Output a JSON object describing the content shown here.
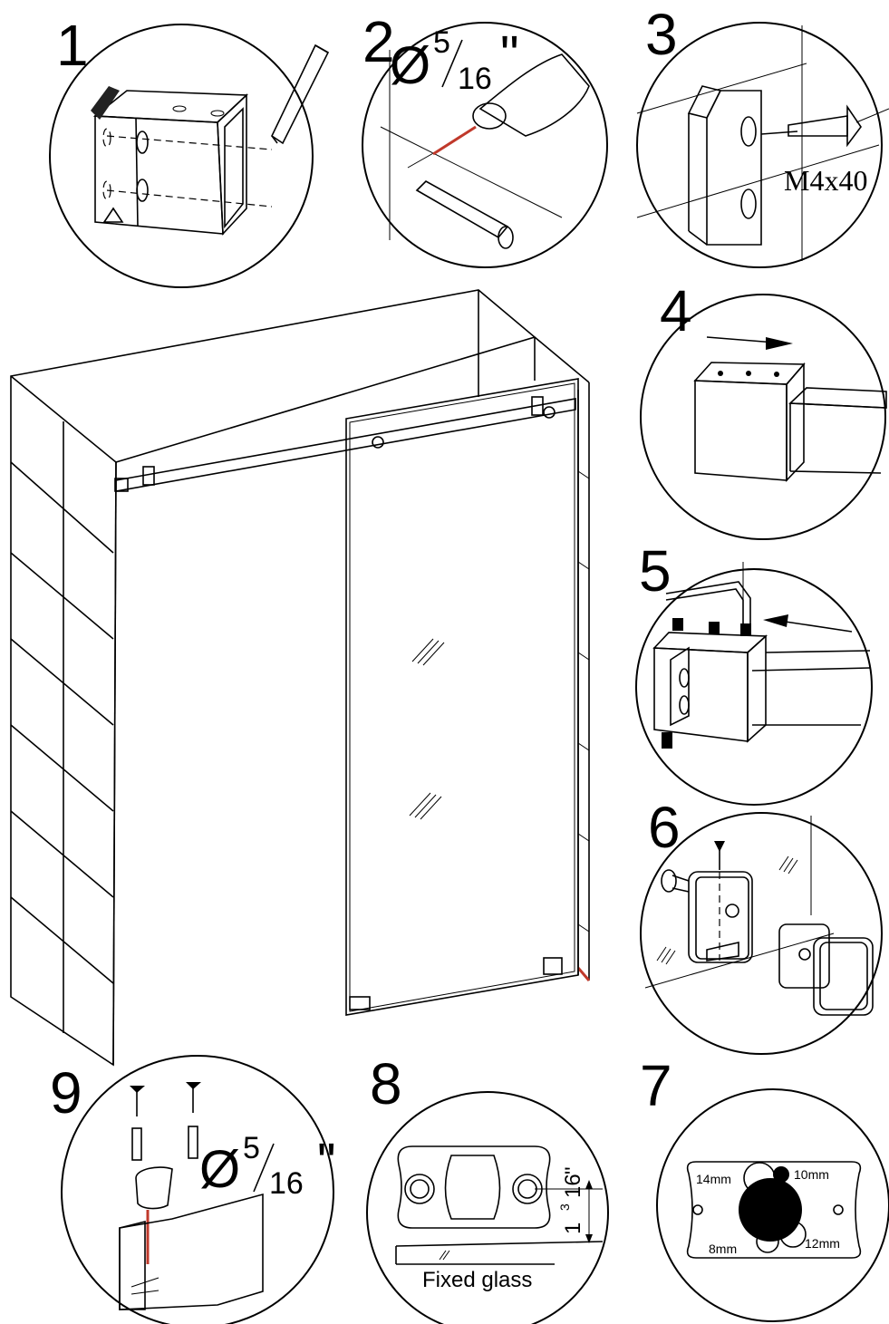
{
  "steps": {
    "s1": {
      "number": "1"
    },
    "s2": {
      "number": "2",
      "diameter": "Ø",
      "frac_num": "5",
      "frac_den": "16",
      "inch": "\""
    },
    "s3": {
      "number": "3",
      "screw_label": "M4x40"
    },
    "s4": {
      "number": "4"
    },
    "s5": {
      "number": "5"
    },
    "s6": {
      "number": "6"
    },
    "s7": {
      "number": "7",
      "sizes": {
        "a": "14mm",
        "b": "10mm",
        "c": "8mm",
        "d": "12mm"
      }
    },
    "s8": {
      "number": "8",
      "dim_whole": "1",
      "dim_num": "3",
      "dim_den": "16",
      "dim_inch": "\"",
      "caption": "Fixed glass"
    },
    "s9": {
      "number": "9",
      "diameter": "Ø",
      "frac_num": "5",
      "frac_den": "16",
      "inch": "\""
    }
  }
}
